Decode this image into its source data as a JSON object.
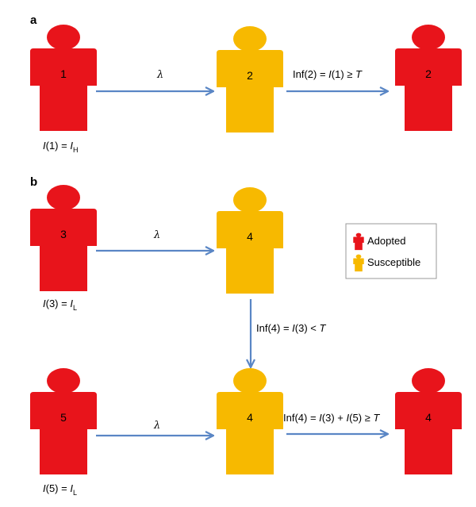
{
  "colors": {
    "adopted": "#e8141b",
    "susceptible": "#f7b900",
    "arrow": "#5a86c5"
  },
  "panels": {
    "a": {
      "label": "a"
    },
    "b": {
      "label": "b"
    }
  },
  "people": {
    "p1": {
      "label": "1",
      "state": "adopted"
    },
    "p2a": {
      "label": "2",
      "state": "susceptible"
    },
    "p2b": {
      "label": "2",
      "state": "adopted"
    },
    "p3": {
      "label": "3",
      "state": "adopted"
    },
    "p4a": {
      "label": "4",
      "state": "susceptible"
    },
    "p5": {
      "label": "5",
      "state": "adopted"
    },
    "p4b": {
      "label": "4",
      "state": "susceptible"
    },
    "p4c": {
      "label": "4",
      "state": "adopted"
    }
  },
  "captions": {
    "p1": {
      "lhs": "I",
      "arg": "(1) = ",
      "rhs": "I",
      "sub": "H"
    },
    "p3": {
      "lhs": "I",
      "arg": "(3) = ",
      "rhs": "I",
      "sub": "L"
    },
    "p5": {
      "lhs": "I",
      "arg": "(5) = ",
      "rhs": "I",
      "sub": "L"
    }
  },
  "arrows": {
    "a1": {
      "label": "λ"
    },
    "a2": {
      "parts": [
        "Inf(2) = ",
        "I",
        "(1) ≥ ",
        "T"
      ]
    },
    "b1": {
      "label": "λ"
    },
    "b2": {
      "parts": [
        "Inf(4) = ",
        "I",
        "(3) < ",
        "T"
      ]
    },
    "b3": {
      "label": "λ"
    },
    "b4": {
      "parts": [
        "Inf(4) = ",
        "I",
        "(3) + ",
        "I",
        "(5) ≥ ",
        "T"
      ]
    }
  },
  "legend": {
    "items": [
      {
        "label": "Adopted",
        "state": "adopted"
      },
      {
        "label": "Susceptible",
        "state": "susceptible"
      }
    ]
  }
}
